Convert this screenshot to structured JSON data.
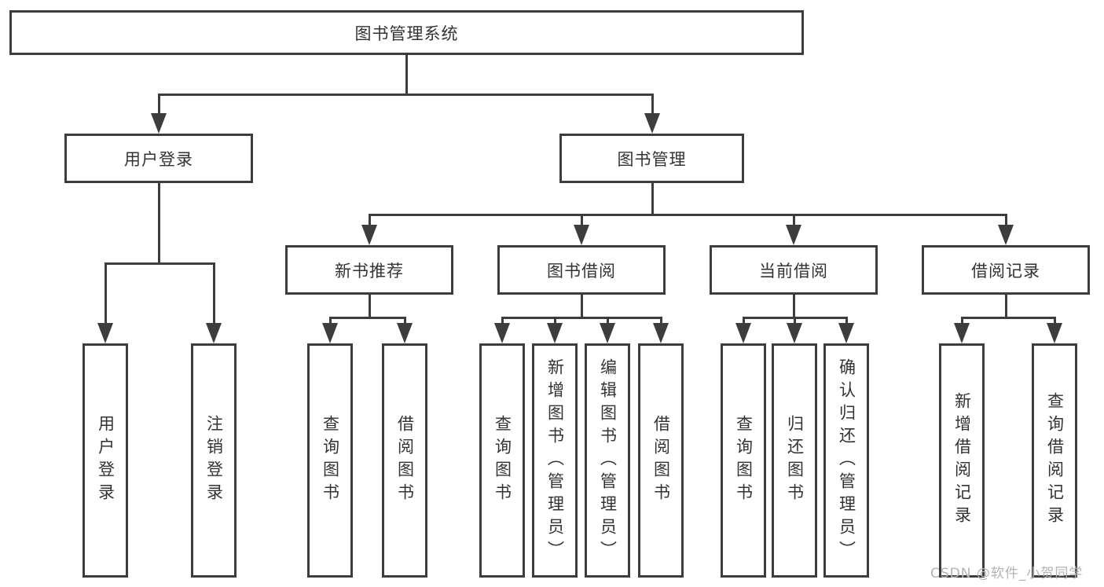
{
  "watermark": "CSDN @软件_小贺同学",
  "colors": {
    "line": "#3d3d3d",
    "text": "#333333",
    "watermark": "#b3b3b3",
    "background": "#ffffff"
  },
  "tree": {
    "label": "图书管理系统",
    "children": [
      {
        "label": "用户登录",
        "children": [
          {
            "label": "用户登录"
          },
          {
            "label": "注销登录"
          }
        ]
      },
      {
        "label": "图书管理",
        "children": [
          {
            "label": "新书推荐",
            "children": [
              {
                "label": "查询图书"
              },
              {
                "label": "借阅图书"
              }
            ]
          },
          {
            "label": "图书借阅",
            "children": [
              {
                "label": "查询图书"
              },
              {
                "label": "新增图书（管理员）"
              },
              {
                "label": "编辑图书（管理员）"
              },
              {
                "label": "借阅图书"
              }
            ]
          },
          {
            "label": "当前借阅",
            "children": [
              {
                "label": "查询图书"
              },
              {
                "label": "归还图书"
              },
              {
                "label": "确认归还（管理员）"
              }
            ]
          },
          {
            "label": "借阅记录",
            "children": [
              {
                "label": "新增借阅记录"
              },
              {
                "label": "查询借阅记录"
              }
            ]
          }
        ]
      }
    ]
  }
}
